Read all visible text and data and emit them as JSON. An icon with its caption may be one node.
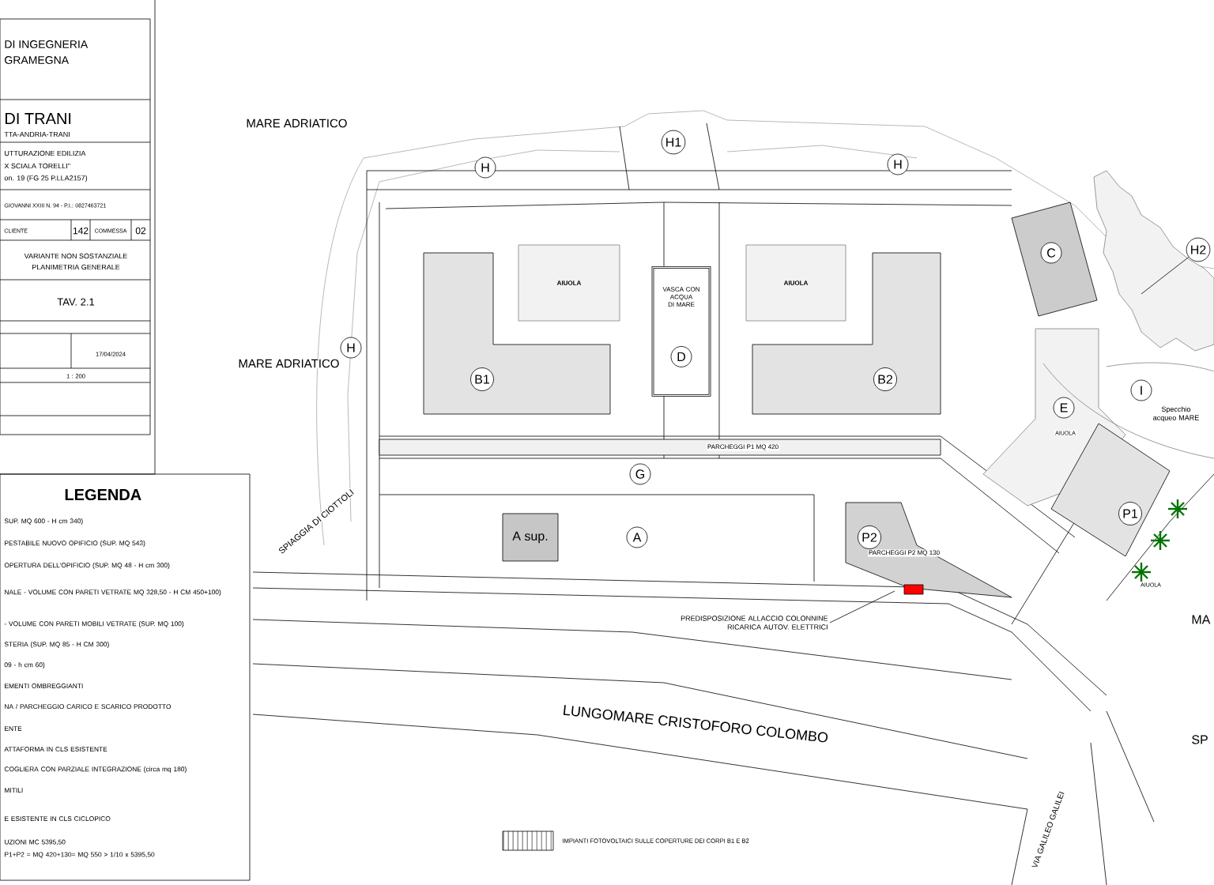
{
  "diagram": {
    "nodes": [
      {
        "text": [
          "H1"
        ]
      },
      {
        "text": [
          "H"
        ]
      },
      {
        "text": [
          "H"
        ]
      },
      {
        "text": [
          "H"
        ]
      },
      {
        "text": [
          "H2"
        ]
      },
      {
        "text": [
          "C"
        ]
      },
      {
        "text": [
          "AIUOLA"
        ]
      },
      {
        "text": [
          "VASCA CON ACQUA DI MARE"
        ]
      },
      {
        "text": [
          "D"
        ],
        "in": 7
      },
      {
        "text": [
          "AIUOLA"
        ]
      },
      {
        "text": [
          "B1"
        ]
      },
      {
        "text": [
          "B2"
        ]
      },
      {
        "text": [
          "E"
        ]
      },
      {
        "text": [
          "I"
        ]
      },
      {
        "text": [
          "G"
        ]
      },
      {
        "text": [
          "A sup."
        ]
      },
      {
        "text": [
          "A"
        ]
      },
      {
        "text": [
          "P2"
        ]
      },
      {
        "text": [
          "P1"
        ]
      },
      {
        "text": [
          "PREDISPOSIZIONE ALLACCIO COLONNINE RICARICA AUTOV. ELETTRICI"
        ]
      }
    ],
    "edges": [
      {
        "from": 4,
        "to": null,
        "arrow": "none"
      },
      {
        "from": 19,
        "to": null,
        "arrow": "none"
      }
    ],
    "labels": [
      "DI INGEGNERIA",
      "GRAMEGNA",
      "DI TRANI",
      "TTA-ANDRIA-TRANI",
      "UTTURAZIONE EDILIZIA",
      "X SCIALA TORELLI\"",
      "on. 19 (FG 25 P.LLA2157)",
      "GIOVANNI XXIII N. 94 - P.I.: 0827463721",
      "CLIENTE",
      "142",
      "COMMESSA",
      "02",
      "VARIANTE NON SOSTANZIALE",
      "PLANIMETRIA GENERALE",
      "TAV. 2.1",
      "17/04/2024",
      "1 : 200",
      "LEGENDA",
      "SUP. MQ 600 - H cm 340)",
      "PESTABILE NUOVO OPIFICIO (SUP. MQ 543)",
      "OPERTURA DELL'OPIFICIO (SUP. MQ 48 - H cm 300)",
      "NALE - VOLUME CON PARETI VETRATE MQ 328,50 - H CM 450+100)",
      "- VOLUME CON PARETI MOBILI VETRATE (SUP. MQ 100)",
      "STERIA (SUP. MQ 85 - H CM 300)",
      "09 - h cm 60)",
      "EMENTI OMBREGGIANTI",
      "NA / PARCHEGGIO CARICO E SCARICO PRODOTTO",
      "ENTE",
      "ATTAFORMA IN CLS ESISTENTE",
      "COGLIERA CON PARZIALE INTEGRAZIONE (circa mq 180)",
      "MITILI",
      "E ESISTENTE IN CLS CICLOPICO",
      "UZIONI MC 5395,50",
      "P1+P2 = MQ 420+130= MQ 550 > 1/10 x 5395,50",
      "MARE ADRIATICO",
      "MARE ADRIATICO",
      "SPIAGGIA DI CIOTTOLI",
      "PARCHEGGI P1 MQ 420",
      "PARCHEGGI P2 MQ 130",
      "AIUOLA",
      "Specchio acqueo MARE",
      "AIUOLA",
      "LUNGOMARE CRISTOFORO COLOMBO",
      "VIA GALILEO GALILEI",
      "MA",
      "SP"
    ],
    "legend": [
      {
        "text": "IMPIANTI FOTOVOLTAICI SULLE COPERTURE DEI CORPI B1 E B2"
      }
    ]
  }
}
